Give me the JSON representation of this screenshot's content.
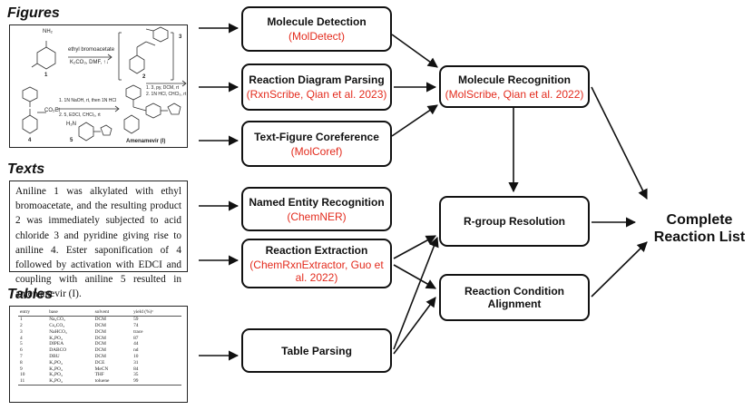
{
  "sections": {
    "figures": "Figures",
    "texts": "Texts",
    "tables": "Tables"
  },
  "texts_paragraph": "Aniline 1 was alkylated with ethyl bromoacetate, and the resulting product 2 was immediately subjected to acid chloride 3 and pyridine giving rise to aniline 4. Ester saponification of 4 followed by activation with EDCI and coupling with aniline 5 resulted in amenamevir (I).",
  "figure_labels": {
    "nh2": "NH₂",
    "reagent1": "ethyl bromoacetate",
    "conditions1": "K₂CO₃, DMF, ↑↓",
    "cmpd1": "1",
    "cmpd2": "2",
    "cmpd3": "3",
    "step2a": "1. 3, py, DCM, rt",
    "step2b": "2. 1N HCl, CHCl₃, rt",
    "cmpd4": "4",
    "co2et": "CO₂Et",
    "step3a": "1. 1N NaOH, rt, then 1N HCl",
    "step3b": "2. 5, EDCI, CHCl₃, rt",
    "h2n": "H₂N",
    "cmpd5": "5",
    "product": "Amenamevir (I)"
  },
  "table": {
    "headers": [
      "entry",
      "base",
      "solvent",
      "yield (%)ᵃ"
    ],
    "rows": [
      [
        "1",
        "Na₂CO₃",
        "DCM",
        "59"
      ],
      [
        "2",
        "Cs₂CO₃",
        "DCM",
        "74"
      ],
      [
        "3",
        "NaHCO₃",
        "DCM",
        "trace"
      ],
      [
        "4",
        "K₃PO₄",
        "DCM",
        "87"
      ],
      [
        "5",
        "DIPEA",
        "DCM",
        "44"
      ],
      [
        "6",
        "DABCO",
        "DCM",
        "nd"
      ],
      [
        "7",
        "DBU",
        "DCM",
        "10"
      ],
      [
        "8",
        "K₃PO₄",
        "DCE",
        "31"
      ],
      [
        "9",
        "K₃PO₄",
        "MeCN",
        "84"
      ],
      [
        "10",
        "K₃PO₄",
        "THF",
        "35"
      ],
      [
        "11",
        "K₃PO₄",
        "toluene",
        "99"
      ]
    ]
  },
  "nodes": {
    "molecule_detection": {
      "title": "Molecule Detection",
      "sub": "(MolDetect)"
    },
    "reaction_diagram_parsing": {
      "title": "Reaction Diagram Parsing",
      "sub": "(RxnScribe, Qian et al. 2023)"
    },
    "text_figure_coreference": {
      "title": "Text-Figure Coreference",
      "sub": "(MolCoref)"
    },
    "named_entity_recognition": {
      "title": "Named Entity Recognition",
      "sub": "(ChemNER)"
    },
    "reaction_extraction": {
      "title": "Reaction Extraction",
      "sub1": "(ChemRxnExtractor, Guo et",
      "sub2": "al. 2022)"
    },
    "table_parsing": {
      "title": "Table Parsing"
    },
    "molecule_recognition": {
      "title": "Molecule Recognition",
      "sub": "(MolScribe, Qian et al. 2022)"
    },
    "r_group_resolution": {
      "title": "R-group Resolution"
    },
    "reaction_condition_alignment": {
      "title1": "Reaction Condition",
      "title2": "Alignment"
    }
  },
  "final_output": {
    "line1": "Complete",
    "line2": "Reaction List"
  },
  "colors": {
    "accent": "#e32b1d",
    "stroke": "#111111"
  }
}
